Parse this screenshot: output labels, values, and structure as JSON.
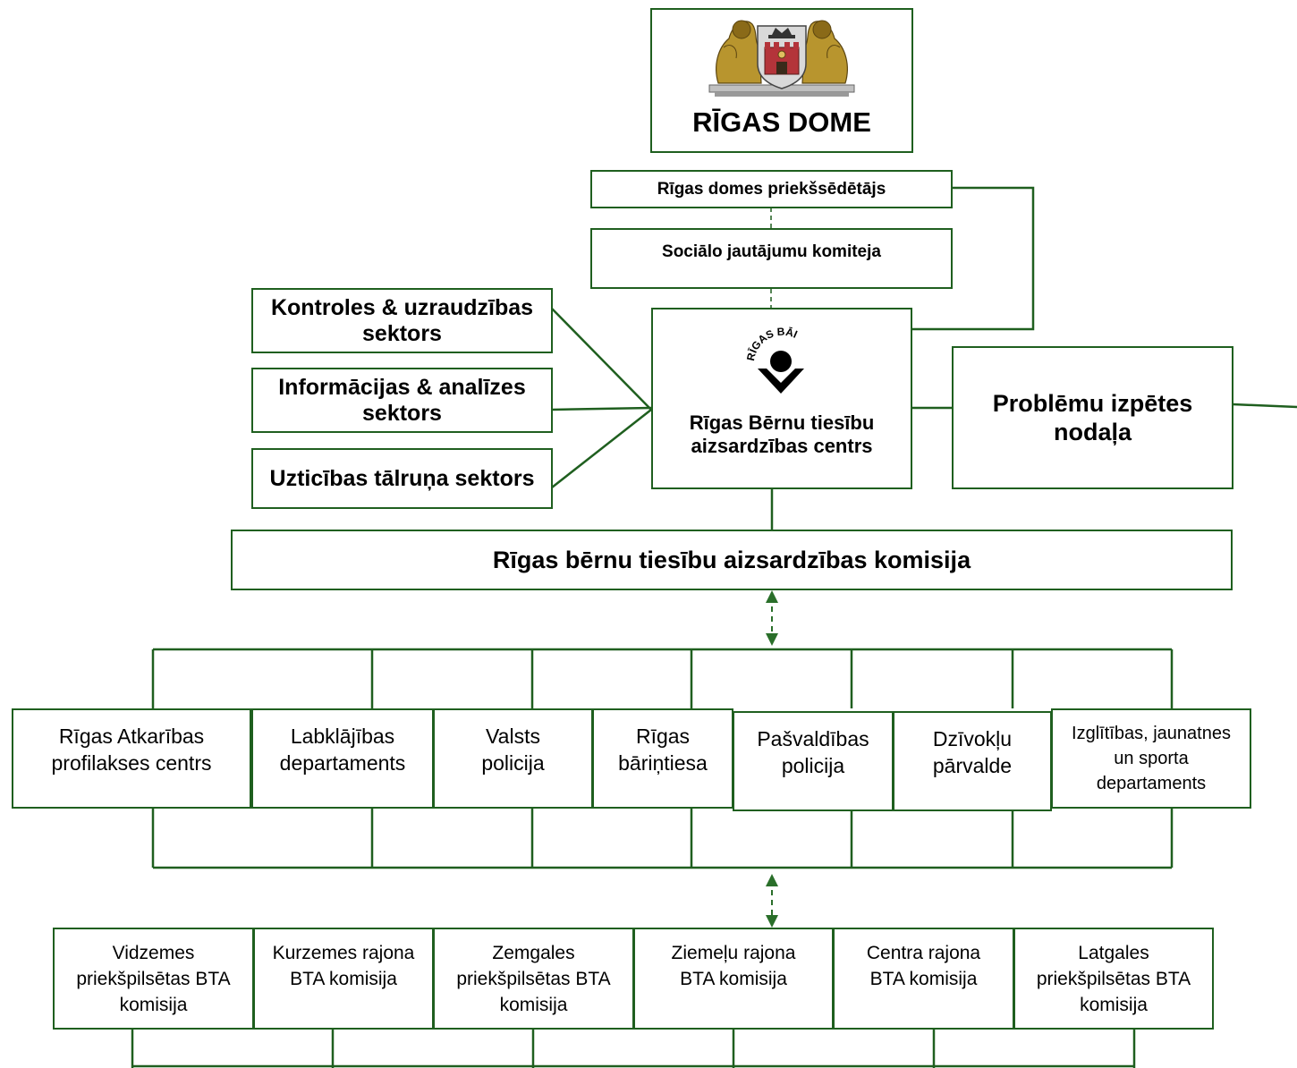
{
  "colors": {
    "line": "#1f5f1f",
    "arrow": "#2a6f2a"
  },
  "council": {
    "emblem": "riga-coat-of-arms",
    "title": "RĪGAS DOME"
  },
  "chairman": "Rīgas domes priekšsēdētājs",
  "social_committee": "Sociālo jautājumu komiteja",
  "sectors": {
    "control_line1": "Kontroles & uzraudzības",
    "control_line2": "sektors",
    "info_line1": "Informācijas & analīzes",
    "info_line2": "sektors",
    "hotline": "Uzticības tālruņa sektors"
  },
  "center": {
    "logo_text": "RĪGAS BĀI",
    "line1": "Rīgas Bērnu tiesību",
    "line2": "aizsardzības centrs"
  },
  "research": {
    "line1": "Problēmu izpētes",
    "line2": "nodaļa"
  },
  "commission": "Rīgas bērnu tiesību aizsardzības komisija",
  "partners": [
    {
      "line1": "Rīgas Atkarības",
      "line2": "profilakses centrs"
    },
    {
      "line1": "Labklājības",
      "line2": "departaments"
    },
    {
      "line1": "Valsts",
      "line2": "policija"
    },
    {
      "line1": "Rīgas",
      "line2": "bāriņtiesa"
    },
    {
      "line1": "Pašvaldības",
      "line2": "policija"
    },
    {
      "line1": "Dzīvokļu",
      "line2": "pārvalde"
    },
    {
      "line1": "Izglītības, jaunatnes",
      "line2": "un sporta",
      "line3": "departaments"
    }
  ],
  "district_commissions": [
    {
      "line1": "Vidzemes",
      "line2": "priekšpilsētas BTA",
      "line3": "komisija"
    },
    {
      "line1": "Kurzemes rajona",
      "line2": "BTA komisija"
    },
    {
      "line1": "Zemgales",
      "line2": "priekšpilsētas BTA",
      "line3": "komisija"
    },
    {
      "line1": "Ziemeļu rajona",
      "line2": "BTA komisija"
    },
    {
      "line1": "Centra rajona",
      "line2": "BTA komisija"
    },
    {
      "line1": "Latgales",
      "line2": "priekšpilsētas BTA",
      "line3": "komisija"
    }
  ]
}
